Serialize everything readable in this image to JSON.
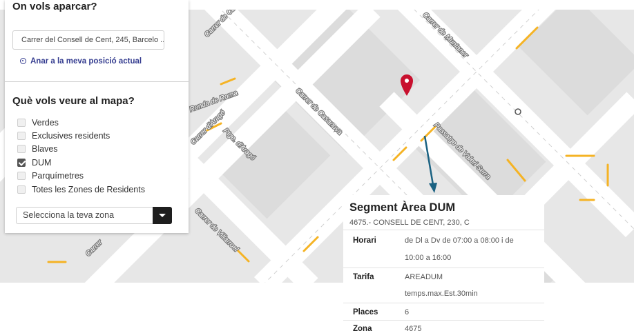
{
  "map": {
    "street_labels": [
      "Carrer de Casanova",
      "Carrer de Muntaner",
      "Carrer de Casanova",
      "Passatge de Valeri Serra",
      "Carrer d'Aragó",
      "Ronda de Roma",
      "Ptge. d'Aragó",
      "Carrer de Villarroel",
      "Carrer"
    ]
  },
  "panel": {
    "title": "On vols aparcar?",
    "address_value": "Carrer del Consell de Cent, 245, Barcelo ...",
    "gps_link": "Anar a la meva posició actual",
    "section_title": "Què vols veure al mapa?",
    "filters": [
      {
        "label": "Verdes",
        "checked": false
      },
      {
        "label": "Exclusives residents",
        "checked": false
      },
      {
        "label": "Blaves",
        "checked": false
      },
      {
        "label": "DUM",
        "checked": true
      },
      {
        "label": "Parquímetres",
        "checked": false
      },
      {
        "label": "Totes les Zones de Residents",
        "checked": false
      }
    ],
    "zone_select": "Selecciona la teva zona"
  },
  "info": {
    "title": "Segment Àrea DUM",
    "subtitle": "4675.- CONSELL DE CENT, 230, C",
    "rows": [
      {
        "label": "Horari",
        "lines": [
          "de Dl a Dv de 07:00 a 08:00 i de",
          "10:00 a 16:00"
        ]
      },
      {
        "label": "Tarifa",
        "lines": [
          "AREADUM",
          "temps.max.Est.30min"
        ]
      },
      {
        "label": "Places",
        "lines": [
          "6"
        ]
      },
      {
        "label": "Zona",
        "lines": [
          "4675"
        ]
      }
    ]
  },
  "colors": {
    "road": "#ffffff",
    "block": "#e8e8e8",
    "building": "#dcdcdc",
    "dum_segment": "#f5b324",
    "pin": "#c8102e",
    "arrow": "#1b6282",
    "link": "#333b8f"
  }
}
